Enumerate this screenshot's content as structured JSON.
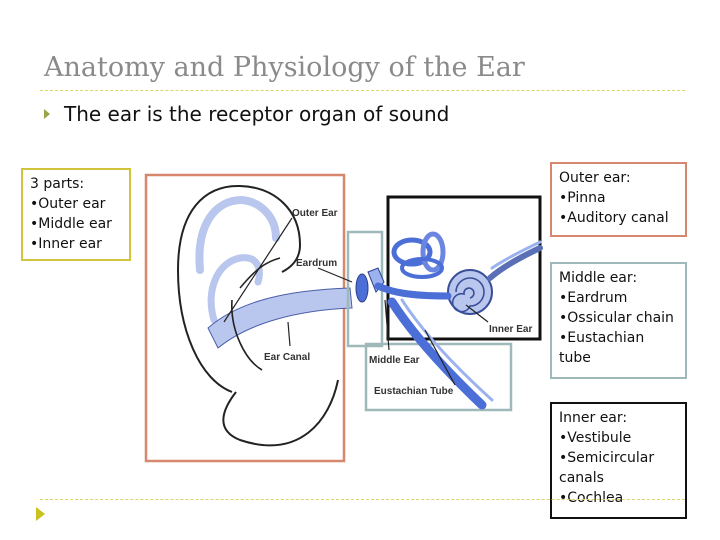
{
  "slide": {
    "title": "Anatomy and Physiology of the Ear",
    "bullet": "The ear is the receptor organ of sound"
  },
  "boxes": {
    "parts": [
      "3 parts:",
      "•Outer ear",
      "•Middle ear",
      "•Inner ear"
    ],
    "outer": [
      "Outer ear:",
      "•Pinna",
      "•Auditory canal"
    ],
    "middle": [
      "Middle ear:",
      "•Eardrum",
      "•Ossicular chain",
      "•Eustachian",
      "tube"
    ],
    "inner": [
      "Inner ear:",
      "•Vestibule",
      "•Semicircular",
      "canals",
      "•Cochlea"
    ]
  },
  "diagram": {
    "labels": {
      "outer_ear": "Outer Ear",
      "eardrum": "Eardrum",
      "ear_canal": "Ear Canal",
      "middle_ear": "Middle Ear",
      "inner_ear": "Inner Ear",
      "eustachian_tube": "Eustachian Tube"
    }
  },
  "colors": {
    "title": "#8a8a8a",
    "rule": "#d8d860",
    "bullet_marker": "#9aa24a",
    "box_parts": "#d1c43a",
    "box_outer": "#d8876f",
    "box_middle": "#9fb9bb",
    "box_inner": "#111111",
    "ear_fill": "#b9c6ee"
  }
}
